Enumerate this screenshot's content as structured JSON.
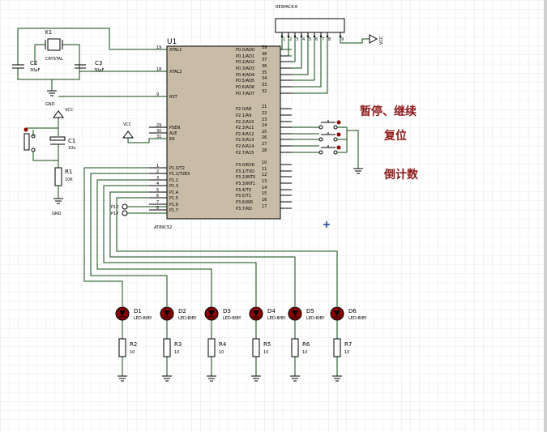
{
  "colors": {
    "grid": "#cfd4d8",
    "wire": "#0f4a0f",
    "chip": "#c8bca6",
    "led": "#8b0000",
    "note": "#8b1a1a"
  },
  "mcu": {
    "ref": "U1",
    "part": "AT89C52",
    "left_pins": [
      [
        "19",
        "XTAL1"
      ],
      [
        "18",
        "XTAL2"
      ],
      [
        "9",
        "RST"
      ],
      [
        "29",
        "PSEN"
      ],
      [
        "30",
        "ALE"
      ],
      [
        "31",
        "EA"
      ],
      [
        "1",
        "P1.0/T2"
      ],
      [
        "2",
        "P1.1/T2EX"
      ],
      [
        "3",
        "P1.2"
      ],
      [
        "4",
        "P1.3"
      ],
      [
        "5",
        "P1.4"
      ],
      [
        "6",
        "P1.5"
      ],
      [
        "7",
        "P1.6"
      ],
      [
        "8",
        "P1.7"
      ]
    ],
    "right_pins": [
      [
        "39",
        "P0.0/AD0"
      ],
      [
        "38",
        "P0.1/AD1"
      ],
      [
        "37",
        "P0.2/AD2"
      ],
      [
        "36",
        "P0.3/AD3"
      ],
      [
        "35",
        "P0.4/AD4"
      ],
      [
        "34",
        "P0.5/AD5"
      ],
      [
        "33",
        "P0.6/AD6"
      ],
      [
        "32",
        "P0.7/AD7"
      ],
      [
        "21",
        "P2.0/A8"
      ],
      [
        "22",
        "P2.1/A9"
      ],
      [
        "23",
        "P2.2/A10"
      ],
      [
        "24",
        "P2.3/A11"
      ],
      [
        "25",
        "P2.4/A12"
      ],
      [
        "26",
        "P2.5/A13"
      ],
      [
        "27",
        "P2.6/A14"
      ],
      [
        "28",
        "P2.7/A15"
      ],
      [
        "10",
        "P3.0/RXD"
      ],
      [
        "11",
        "P3.1/TXD"
      ],
      [
        "12",
        "P3.2/INT0"
      ],
      [
        "13",
        "P3.3/INT1"
      ],
      [
        "14",
        "P3.4/T0"
      ],
      [
        "15",
        "P3.5/T1"
      ],
      [
        "16",
        "P3.6/WR"
      ],
      [
        "17",
        "P3.7/RD"
      ]
    ]
  },
  "rpack": {
    "ref": "RESPACK-8",
    "pins": [
      "1",
      "2",
      "3",
      "4",
      "5",
      "6",
      "7",
      "8",
      "9"
    ]
  },
  "crystal": {
    "ref": "X1",
    "value": "CRYSTAL"
  },
  "caps": [
    {
      "ref": "C2",
      "value": "30pF"
    },
    {
      "ref": "C3",
      "value": "30pF"
    },
    {
      "ref": "C1",
      "value": "10u"
    }
  ],
  "r1": {
    "ref": "R1",
    "value": "10K"
  },
  "vcc": {
    "label": "VCC"
  },
  "gnd": {
    "label": "GND"
  },
  "probes": [
    {
      "label": "P16"
    },
    {
      "label": "P17"
    }
  ],
  "leds": [
    {
      "ref": "D1",
      "part": "LED-BIBY"
    },
    {
      "ref": "D2",
      "part": "LED-BIBY"
    },
    {
      "ref": "D3",
      "part": "LED-BIBY"
    },
    {
      "ref": "D4",
      "part": "LED-BIBY"
    },
    {
      "ref": "D5",
      "part": "LED-BIBY"
    },
    {
      "ref": "D6",
      "part": "LED-BIBY"
    }
  ],
  "resistors": [
    {
      "ref": "R2",
      "value": "10"
    },
    {
      "ref": "R3",
      "value": "10"
    },
    {
      "ref": "R4",
      "value": "10"
    },
    {
      "ref": "R5",
      "value": "10"
    },
    {
      "ref": "R6",
      "value": "10"
    },
    {
      "ref": "R7",
      "value": "10"
    }
  ],
  "notes": {
    "pause": "暂停、继续",
    "reset": "复位",
    "countdown": "倒计数"
  }
}
